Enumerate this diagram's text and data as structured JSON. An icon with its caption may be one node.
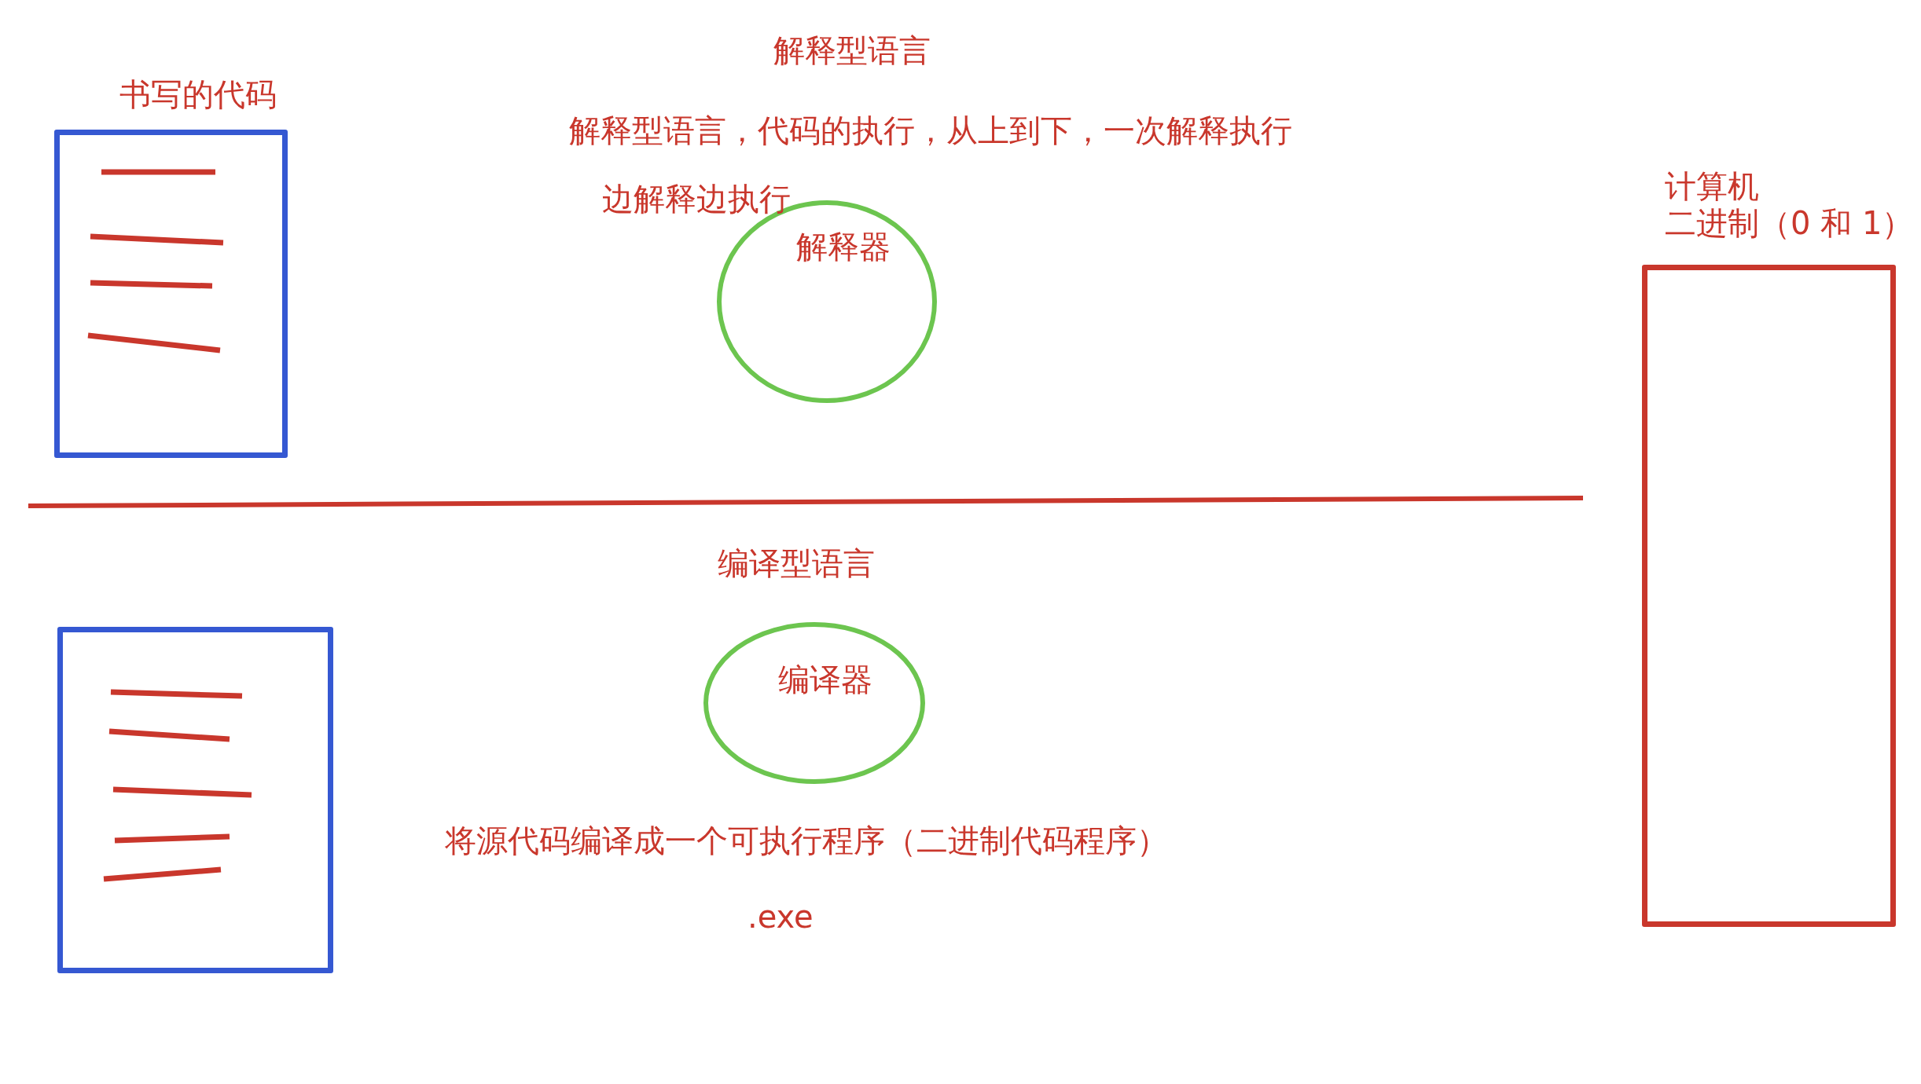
{
  "diagram": {
    "nodes": [
      {
        "text": [
          "书写的代码"
        ]
      },
      {
        "text": [
          "解释器"
        ]
      },
      {
        "text": [
          "计算机",
          "二进制（0 和 1）"
        ]
      },
      {
        "text": [],
        "shape": "box"
      },
      {
        "text": [
          "编译器"
        ]
      }
    ],
    "labels": [
      "解释型语言",
      "解释型语言，代码的执行，从上到下，一次解释执行",
      "边解释边执行",
      "编译型语言",
      "将源代码编译成一个可执行程序（二进制代码程序）",
      ".exe"
    ]
  }
}
